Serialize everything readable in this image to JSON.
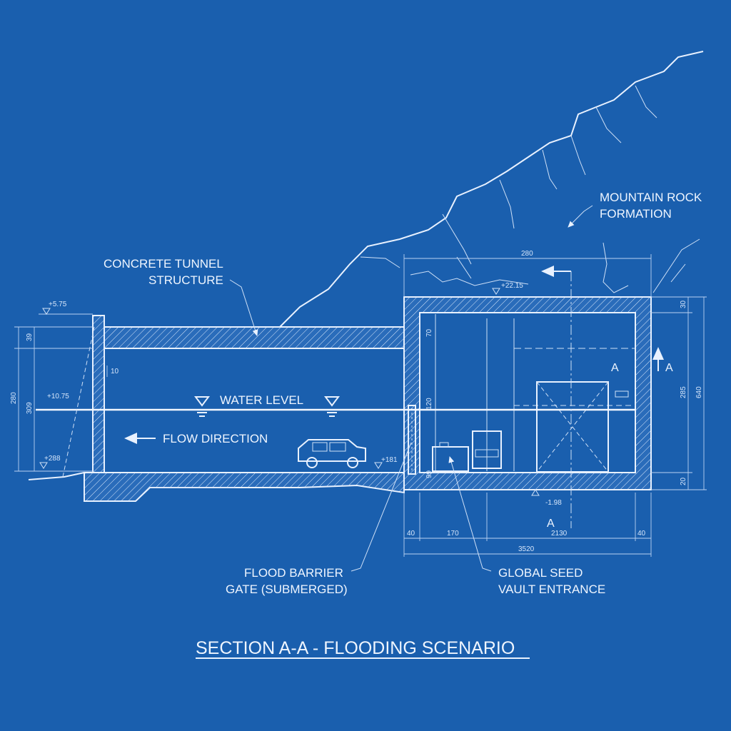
{
  "labels": {
    "mountain": [
      "MOUNTAIN ROCK",
      "FORMATION"
    ],
    "tunnel": [
      "CONCRETE TUNNEL",
      "STRUCTURE"
    ],
    "water_level": "WATER LEVEL",
    "flow": "FLOW DIRECTION",
    "gate": [
      "FLOOD BARRIER",
      "GATE (SUBMERGED)"
    ],
    "vault": [
      "GLOBAL SEED",
      "VAULT ENTRANCE"
    ],
    "section_title": "SECTION A-A - FLOODING SCENARIO",
    "section_marker": "A"
  },
  "elevations": {
    "top_left": "+5.75",
    "water": "+10.75",
    "floor_left": "+288",
    "floor_mid": "+181",
    "vault_top": "+22.15",
    "vault_floor": "-1.98"
  },
  "dimensions": {
    "top_span": "280",
    "left_upper": "39",
    "left_total": "280",
    "left_mid": "309",
    "wall_thickness": "10",
    "vault_inner_top": "70",
    "vault_water": "120",
    "vault_low": "99",
    "right_top": "30",
    "right_mid": "285",
    "right_total": "640",
    "right_bottom": "20",
    "bottom_wall_left": "40",
    "bottom_room": "170",
    "bottom_main": "2130",
    "bottom_wall_right": "40",
    "bottom_total": "3520"
  }
}
